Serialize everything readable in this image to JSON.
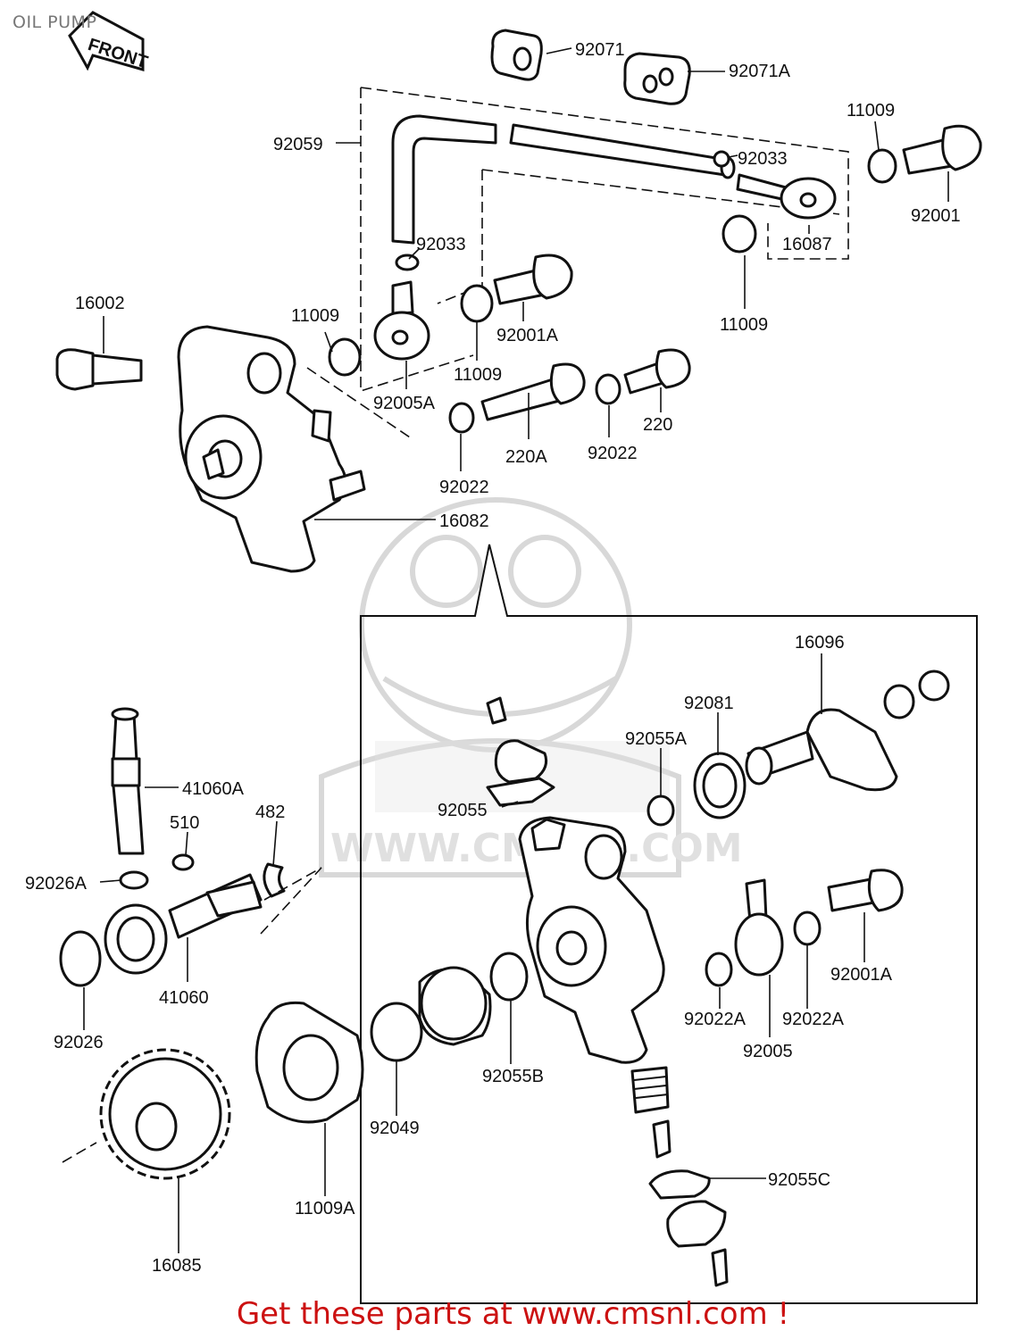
{
  "page": {
    "title": "OIL PUMP",
    "footer": "Get these parts at www.cmsnl.com !"
  },
  "watermark": {
    "text": "WWW.CMSNL.COM",
    "logo": "CMS"
  },
  "front_arrow": "FRONT",
  "parts": {
    "p92071": "92071",
    "p92071A": "92071A",
    "p92059": "92059",
    "p92033_top": "92033",
    "p92033_mid": "92033",
    "p11009_tr": "11009",
    "p92001": "92001",
    "p16087": "16087",
    "p11009_r": "11009",
    "p16002": "16002",
    "p11009_l": "11009",
    "p92001A_top": "92001A",
    "p11009_c": "11009",
    "p92005A": "92005A",
    "p220A": "220A",
    "p220": "220",
    "p92022_r": "92022",
    "p92022_l": "92022",
    "p16082": "16082",
    "p16096": "16096",
    "p92081": "92081",
    "p92055A": "92055A",
    "p41060A": "41060A",
    "p510": "510",
    "p482": "482",
    "p92055": "92055",
    "p92026A": "92026A",
    "p41060": "41060",
    "p92001A_bot": "92001A",
    "p92022A_l": "92022A",
    "p92022A_r": "92022A",
    "p92005": "92005",
    "p92026": "92026",
    "p92055B": "92055B",
    "p92049": "92049",
    "p11009A": "11009A",
    "p92055C": "92055C",
    "p16085": "16085"
  }
}
